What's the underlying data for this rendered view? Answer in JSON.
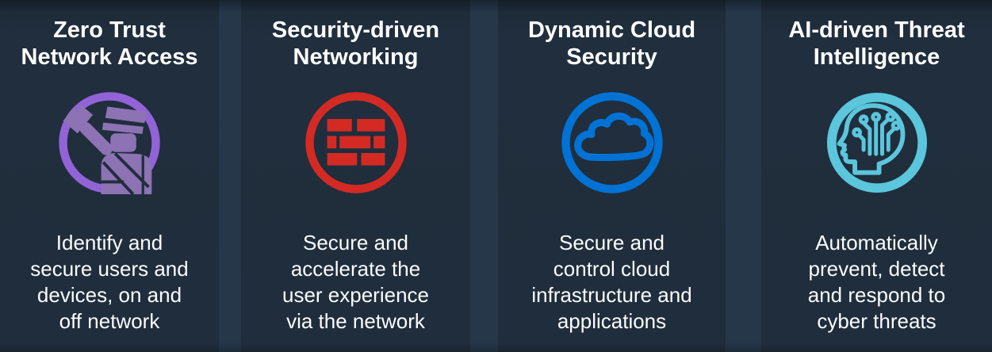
{
  "page": {
    "background_color": "#263749",
    "card_background_color": "#202e3d",
    "text_color": "#ffffff"
  },
  "cards": [
    {
      "id": "zero-trust-network-access",
      "title_lines": [
        "Zero Trust",
        "Network Access"
      ],
      "icon": "passport-control-guard-icon",
      "accent": "#9263d6",
      "figure_color": "#8d72b4",
      "desc_lines": [
        "Identify and",
        "secure users and",
        "devices, on and",
        "off network"
      ]
    },
    {
      "id": "security-driven-networking",
      "title_lines": [
        "Security-driven",
        "Networking"
      ],
      "icon": "firewall-brick-wall-icon",
      "accent": "#d42a24",
      "desc_lines": [
        "Secure and",
        "accelerate the",
        "user experience",
        "via the network"
      ]
    },
    {
      "id": "dynamic-cloud-security",
      "title_lines": [
        "Dynamic Cloud",
        "Security"
      ],
      "icon": "cloud-icon",
      "accent": "#0272d4",
      "desc_lines": [
        "Secure and",
        "control cloud",
        "infrastructure and",
        "applications"
      ]
    },
    {
      "id": "ai-driven-threat-intelligence",
      "title_lines": [
        "AI-driven Threat",
        "Intelligence"
      ],
      "icon": "ai-head-circuit-icon",
      "accent": "#5bc6dc",
      "desc_lines": [
        "Automatically",
        "prevent, detect",
        "and respond to",
        "cyber threats"
      ]
    }
  ]
}
